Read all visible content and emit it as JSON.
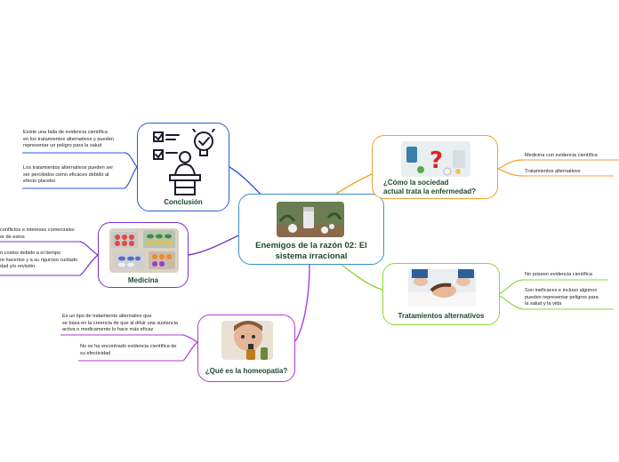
{
  "colors": {
    "center": "#3a8fc7",
    "conclusion": "#2a5bd7",
    "society": "#f4a12a",
    "treatments": "#8ed63a",
    "homeopathy": "#b43ad6",
    "medicine": "#7a2fd0",
    "title_text": "#1c4a2c"
  },
  "center": {
    "title_line1": "Enemigos de la razón 02: El",
    "title_line2": "sistema irracional",
    "image_icon": "pills-and-herbs-photo"
  },
  "conclusion": {
    "title": "Conclusión",
    "icon": "checklist-presentation-lightbulb-icon",
    "notes": [
      [
        "Existe una falta de evidencia científica",
        "en los tratamientos alternativos y pueden",
        "representar un peligro para la salud"
      ],
      [
        "Los tratamientos alternativos pueden ser",
        "ser percibidos como eficaces debido al",
        "efecto placebo"
      ]
    ]
  },
  "society": {
    "title_line1": "¿Cómo la sociedad",
    "title_line2": "actual trata la enfermedad?",
    "image_icon": "pills-question-mark-photo",
    "notes": [
      [
        "Medicina con  evidencia científica"
      ],
      [
        "Tratamientos alternativos"
      ]
    ]
  },
  "medicine": {
    "title": "Medicina",
    "image_icon": "pill-blisters-photo",
    "notes": [
      [
        "conflictos e intereses comerciales",
        "or de estos"
      ],
      [
        "n costos debido a el tiempo",
        "re hacerlos y a su riguroso cuidado",
        "dad y/o revisión"
      ]
    ]
  },
  "treatments": {
    "title": "Tratamientos alternativos",
    "image_icon": "massage-therapy-photo",
    "notes": [
      [
        "No poseen evidencia científica"
      ],
      [
        "Son ineficaces e incluso algunos",
        "pueden representar peligros para",
        "la salud y la vida"
      ]
    ]
  },
  "homeopathy": {
    "title": "¿Qué es la homeopatía?",
    "image_icon": "dropper-bottle-photo",
    "notes": [
      [
        "Es un tipo de tratamiento alternativo que",
        "se basa en la creencia de que al diluir una sustancia",
        "activa o medicamento lo hace más eficaz"
      ],
      [
        "No se ha encontrado evidencia científica de",
        "su efectividad"
      ]
    ]
  }
}
